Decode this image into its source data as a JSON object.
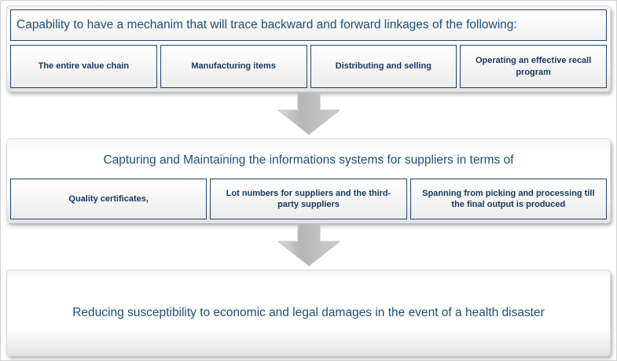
{
  "colors": {
    "box_border": "#24436c",
    "text_blue": "#1f4e79",
    "item_text": "#17365d",
    "arrow_gray": "#bdbdbd"
  },
  "icons": {
    "arrow_1": "down-arrow-icon",
    "arrow_2": "down-arrow-icon"
  },
  "sections": [
    {
      "header": "Capability to have a mechanim that will trace backward and forward linkages of the following:",
      "items": [
        "The entire value chain",
        "Manufacturing items",
        "Distributing and selling",
        "Operating an effective recall program"
      ]
    },
    {
      "header": "Capturing and Maintaining the informations systems for suppliers in terms of",
      "items": [
        "Quality certificates,",
        "Lot numbers for suppliers and the third-party suppliers",
        "Spanning from picking and processing till the final output is produced"
      ]
    },
    {
      "header": "Reducing susceptibility to economic and legal damages in the event of a health disaster",
      "items": []
    }
  ]
}
